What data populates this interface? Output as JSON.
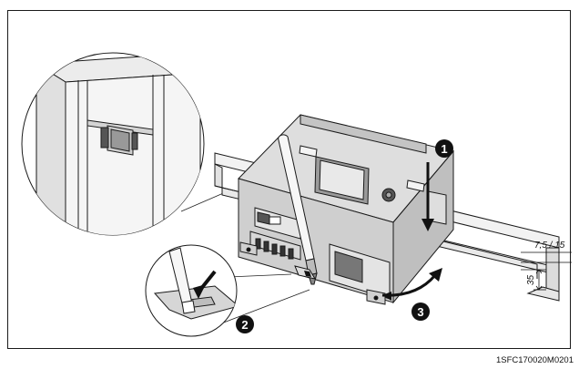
{
  "figure": {
    "steps": [
      "1",
      "2",
      "3"
    ],
    "rail_dimensions": {
      "width_label": "7,5 / 15",
      "height_label": "35"
    },
    "document_code": "1SFC170020M0201"
  }
}
